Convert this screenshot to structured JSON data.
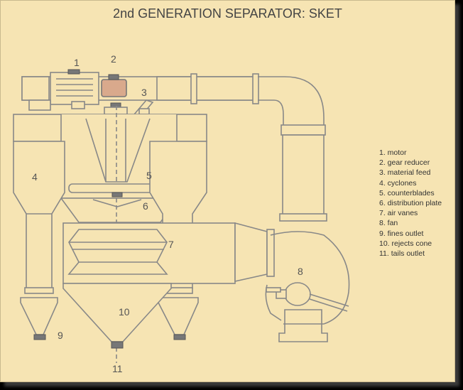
{
  "title": "2nd GENERATION SEPARATOR: SKET",
  "labels": [
    "1",
    "2",
    "3",
    "4",
    "5",
    "6",
    "7",
    "8",
    "9",
    "10",
    "11"
  ],
  "legend": [
    "1. motor",
    "2. gear reducer",
    "3. material feed",
    "4. cyclones",
    "5. counterblades",
    "6. distribution plate",
    "7. air vanes",
    "8. fan",
    "9. fines outlet",
    "10. rejects cone",
    "11. tails outlet"
  ],
  "colors": {
    "background": "#f6e4b3",
    "line": "#888888",
    "text": "#444444",
    "gear_reducer": "#d9a98c"
  }
}
